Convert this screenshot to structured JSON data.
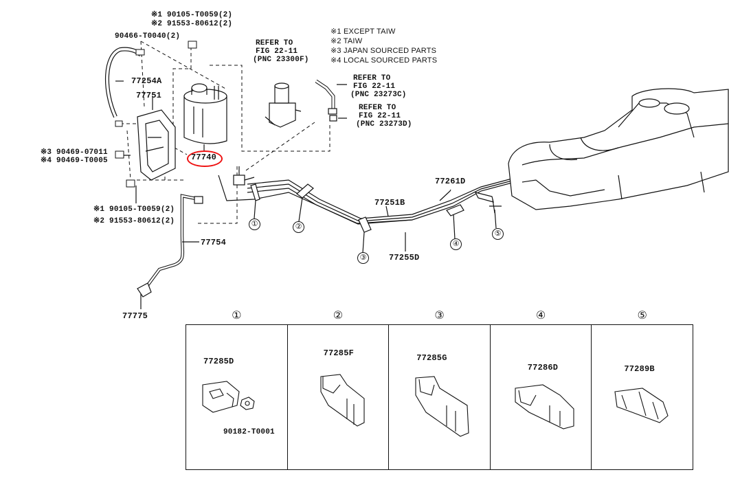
{
  "notes": {
    "n1": "※1 EXCEPT TAIW",
    "n2": "※2 TAIW",
    "n3": "※3 JAPAN SOURCED PARTS",
    "n4": "※4 LOCAL SOURCED PARTS"
  },
  "refs": {
    "r1_line1": "REFER TO",
    "r1_line2": "FIG 22-11",
    "r1_line3": "(PNC 23300F)",
    "r2_line1": "REFER TO",
    "r2_line2": "FIG 22-11",
    "r2_line3": "(PNC 23273C)",
    "r3_line1": "REFER TO",
    "r3_line2": "FIG 22-11",
    "r3_line3": "(PNC 23273D)"
  },
  "parts": {
    "top_bolt_1": "※1 90105-T0059(2)",
    "top_bolt_2": "※2 91553-80612(2)",
    "clamp_90466": "90466-T0040(2)",
    "p77254A": "77254A",
    "p77751": "77751",
    "p77740": "77740",
    "bracket_3": "※3 90469-07011",
    "bracket_4": "※4 90469-T0005",
    "bottom_bolt_1": "※1 90105-T0059(2)",
    "bottom_bolt_2": "※2 91553-80612(2)",
    "p77754": "77754",
    "p77775": "77775",
    "p77261D": "77261D",
    "p77251B": "77251B",
    "p77255D": "77255D"
  },
  "callouts": [
    "①",
    "②",
    "③",
    "④",
    "⑤"
  ],
  "clamp_panels": [
    {
      "num": "①",
      "part": "77285D",
      "extra": "90182-T0001"
    },
    {
      "num": "②",
      "part": "77285F",
      "extra": ""
    },
    {
      "num": "③",
      "part": "77285G",
      "extra": ""
    },
    {
      "num": "④",
      "part": "77286D",
      "extra": ""
    },
    {
      "num": "⑤",
      "part": "77289B",
      "extra": ""
    }
  ],
  "colors": {
    "line": "#111111",
    "highlight": "#e11111"
  }
}
